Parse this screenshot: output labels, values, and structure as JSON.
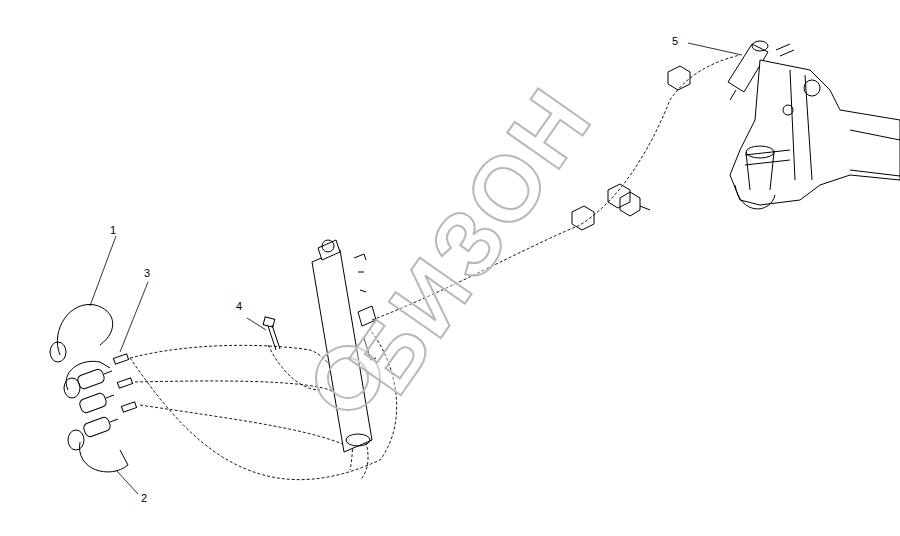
{
  "diagram": {
    "labels": [
      "1",
      "3",
      "4",
      "2",
      "5",
      "БИЗОН"
    ]
  }
}
